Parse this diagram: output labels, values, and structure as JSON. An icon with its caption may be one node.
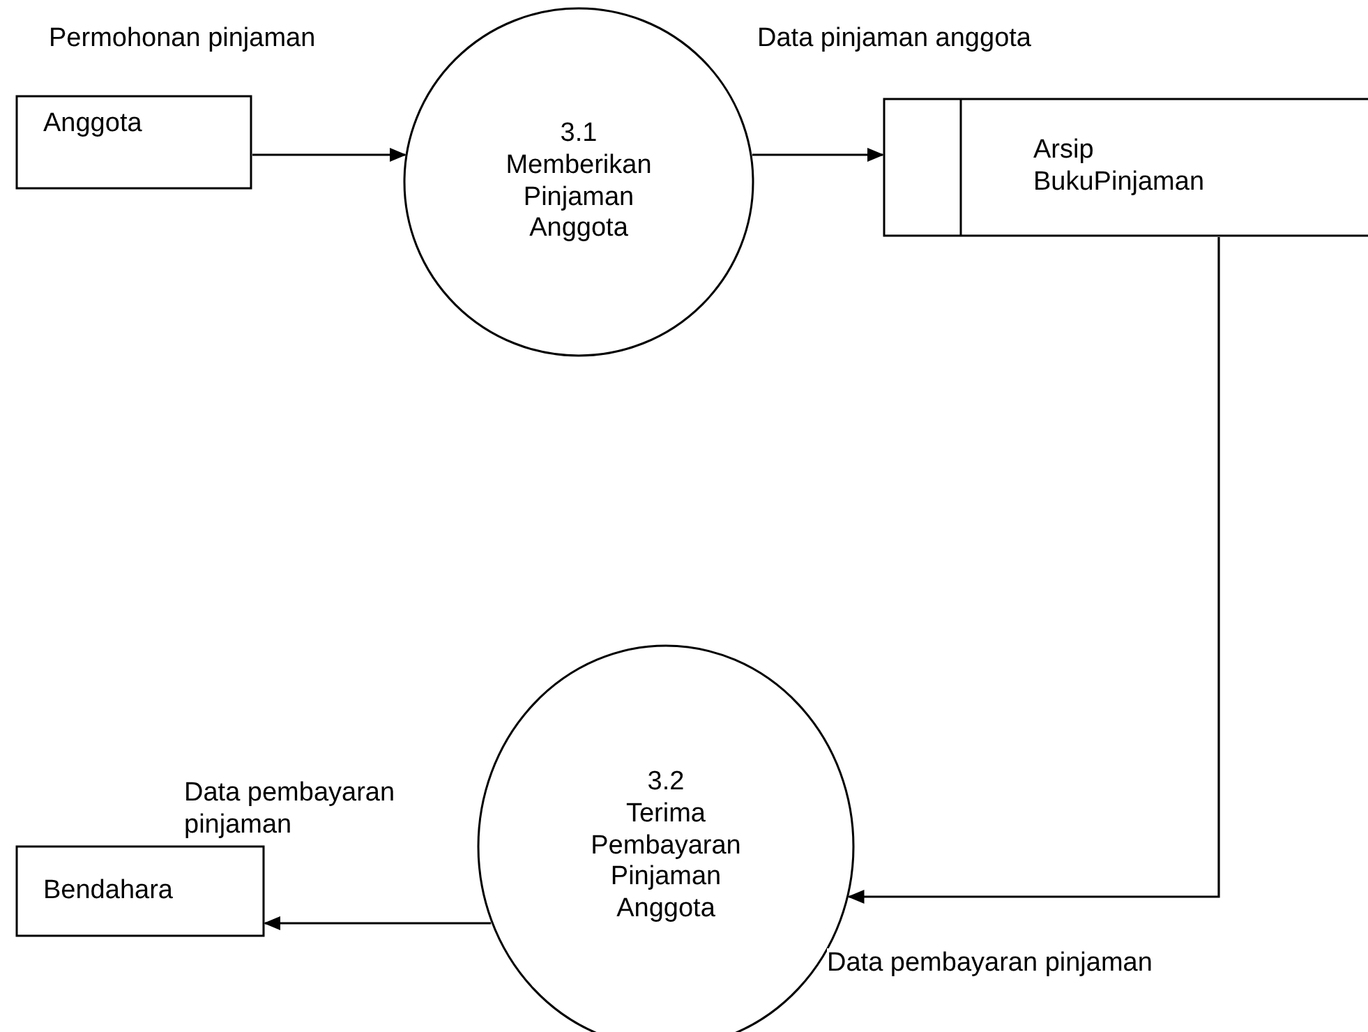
{
  "diagram": {
    "nodes": [
      {
        "text": [
          "Anggota"
        ]
      },
      {
        "text": [
          "3.1",
          "Memberikan Pinjaman Anggota"
        ]
      },
      {
        "text": [
          "Arsip BukuPinjaman"
        ]
      },
      {
        "text": [
          "3.2",
          "Terima Pembayaran Pinjaman Anggota"
        ]
      },
      {
        "text": [
          "Bendahara"
        ]
      }
    ],
    "edges": [
      {
        "from": 0,
        "to": 1,
        "arrow": "to",
        "label": "Permohonan pinjaman"
      },
      {
        "from": 1,
        "to": 2,
        "arrow": "to",
        "label": "Data pinjaman anggota"
      },
      {
        "from": 2,
        "to": 3,
        "arrow": "to",
        "label": "Data pembayaran pinjaman"
      },
      {
        "from": 3,
        "to": 4,
        "arrow": "to",
        "label": "Data pembayaran pinjaman"
      }
    ]
  }
}
